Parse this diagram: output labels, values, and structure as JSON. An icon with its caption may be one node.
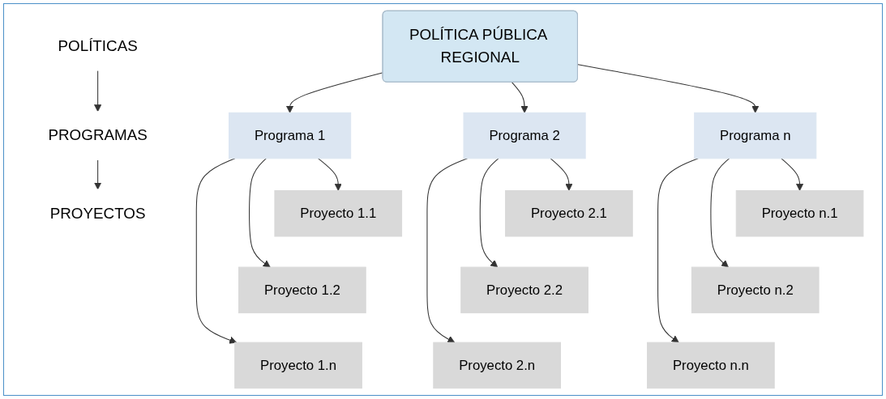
{
  "diagram": {
    "nodes": [
      {
        "text": [
          "POLÍTICAS"
        ]
      },
      {
        "text": [
          "PROGRAMAS"
        ]
      },
      {
        "text": [
          "PROYECTOS"
        ]
      },
      {
        "text": [
          "POLÍTICA PÚBLICA REGIONAL"
        ]
      },
      {
        "text": [
          "Programa 1"
        ]
      },
      {
        "text": [
          "Programa 2"
        ]
      },
      {
        "text": [
          "Programa n"
        ]
      },
      {
        "text": [
          "Proyecto 1.1"
        ]
      },
      {
        "text": [
          "Proyecto 1.2"
        ]
      },
      {
        "text": [
          "Proyecto 1.n"
        ]
      },
      {
        "text": [
          "Proyecto 2.1"
        ]
      },
      {
        "text": [
          "Proyecto 2.2"
        ]
      },
      {
        "text": [
          "Proyecto 2.n"
        ]
      },
      {
        "text": [
          "Proyecto n.1"
        ]
      },
      {
        "text": [
          "Proyecto n.2"
        ]
      },
      {
        "text": [
          "Proyecto n.n"
        ]
      }
    ],
    "edges": [
      {
        "from": 0,
        "to": 1,
        "arrow": "to"
      },
      {
        "from": 1,
        "to": 2,
        "arrow": "to"
      },
      {
        "from": 3,
        "to": 4,
        "arrow": "to"
      },
      {
        "from": 3,
        "to": 5,
        "arrow": "to"
      },
      {
        "from": 3,
        "to": 6,
        "arrow": "to"
      },
      {
        "from": 4,
        "to": 7,
        "arrow": "to"
      },
      {
        "from": 4,
        "to": 8,
        "arrow": "to"
      },
      {
        "from": 4,
        "to": 9,
        "arrow": "to"
      },
      {
        "from": 5,
        "to": 10,
        "arrow": "to"
      },
      {
        "from": 5,
        "to": 11,
        "arrow": "to"
      },
      {
        "from": 5,
        "to": 12,
        "arrow": "to"
      },
      {
        "from": 6,
        "to": 13,
        "arrow": "to"
      },
      {
        "from": 6,
        "to": 14,
        "arrow": "to"
      },
      {
        "from": 6,
        "to": 15,
        "arrow": "to"
      }
    ]
  }
}
